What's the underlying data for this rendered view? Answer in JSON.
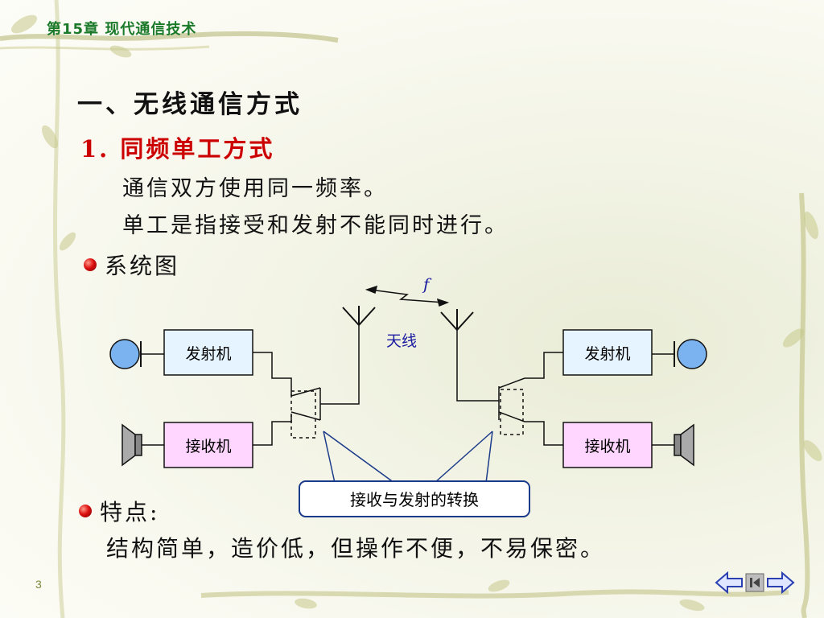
{
  "header": {
    "title": "第15章   现代通信技术"
  },
  "content": {
    "heading": "一、无线通信方式",
    "subheading": "1. 同频单工方式",
    "line1": "通信双方使用同一频率。",
    "line2": "单工是指接受和发射不能同时进行。",
    "bullet1": "系统图",
    "bullet2": "特点:",
    "feature_text": "结构简单，造价低，但操作不便，不易保密。"
  },
  "diagram": {
    "freq_label": "f",
    "antenna_label": "天线",
    "left_tx": "发射机",
    "left_rx": "接收机",
    "right_tx": "发射机",
    "right_rx": "接收机",
    "switch_callout": "接收与发射的转换"
  },
  "footer": {
    "page_number": "3"
  },
  "colors": {
    "header_green": "#1b7a2a",
    "subheading_red": "#cc0000",
    "tx_fill": "#e6f4ff",
    "rx_fill": "#ffd6ff",
    "mic_blue": "#7ab3f0"
  }
}
